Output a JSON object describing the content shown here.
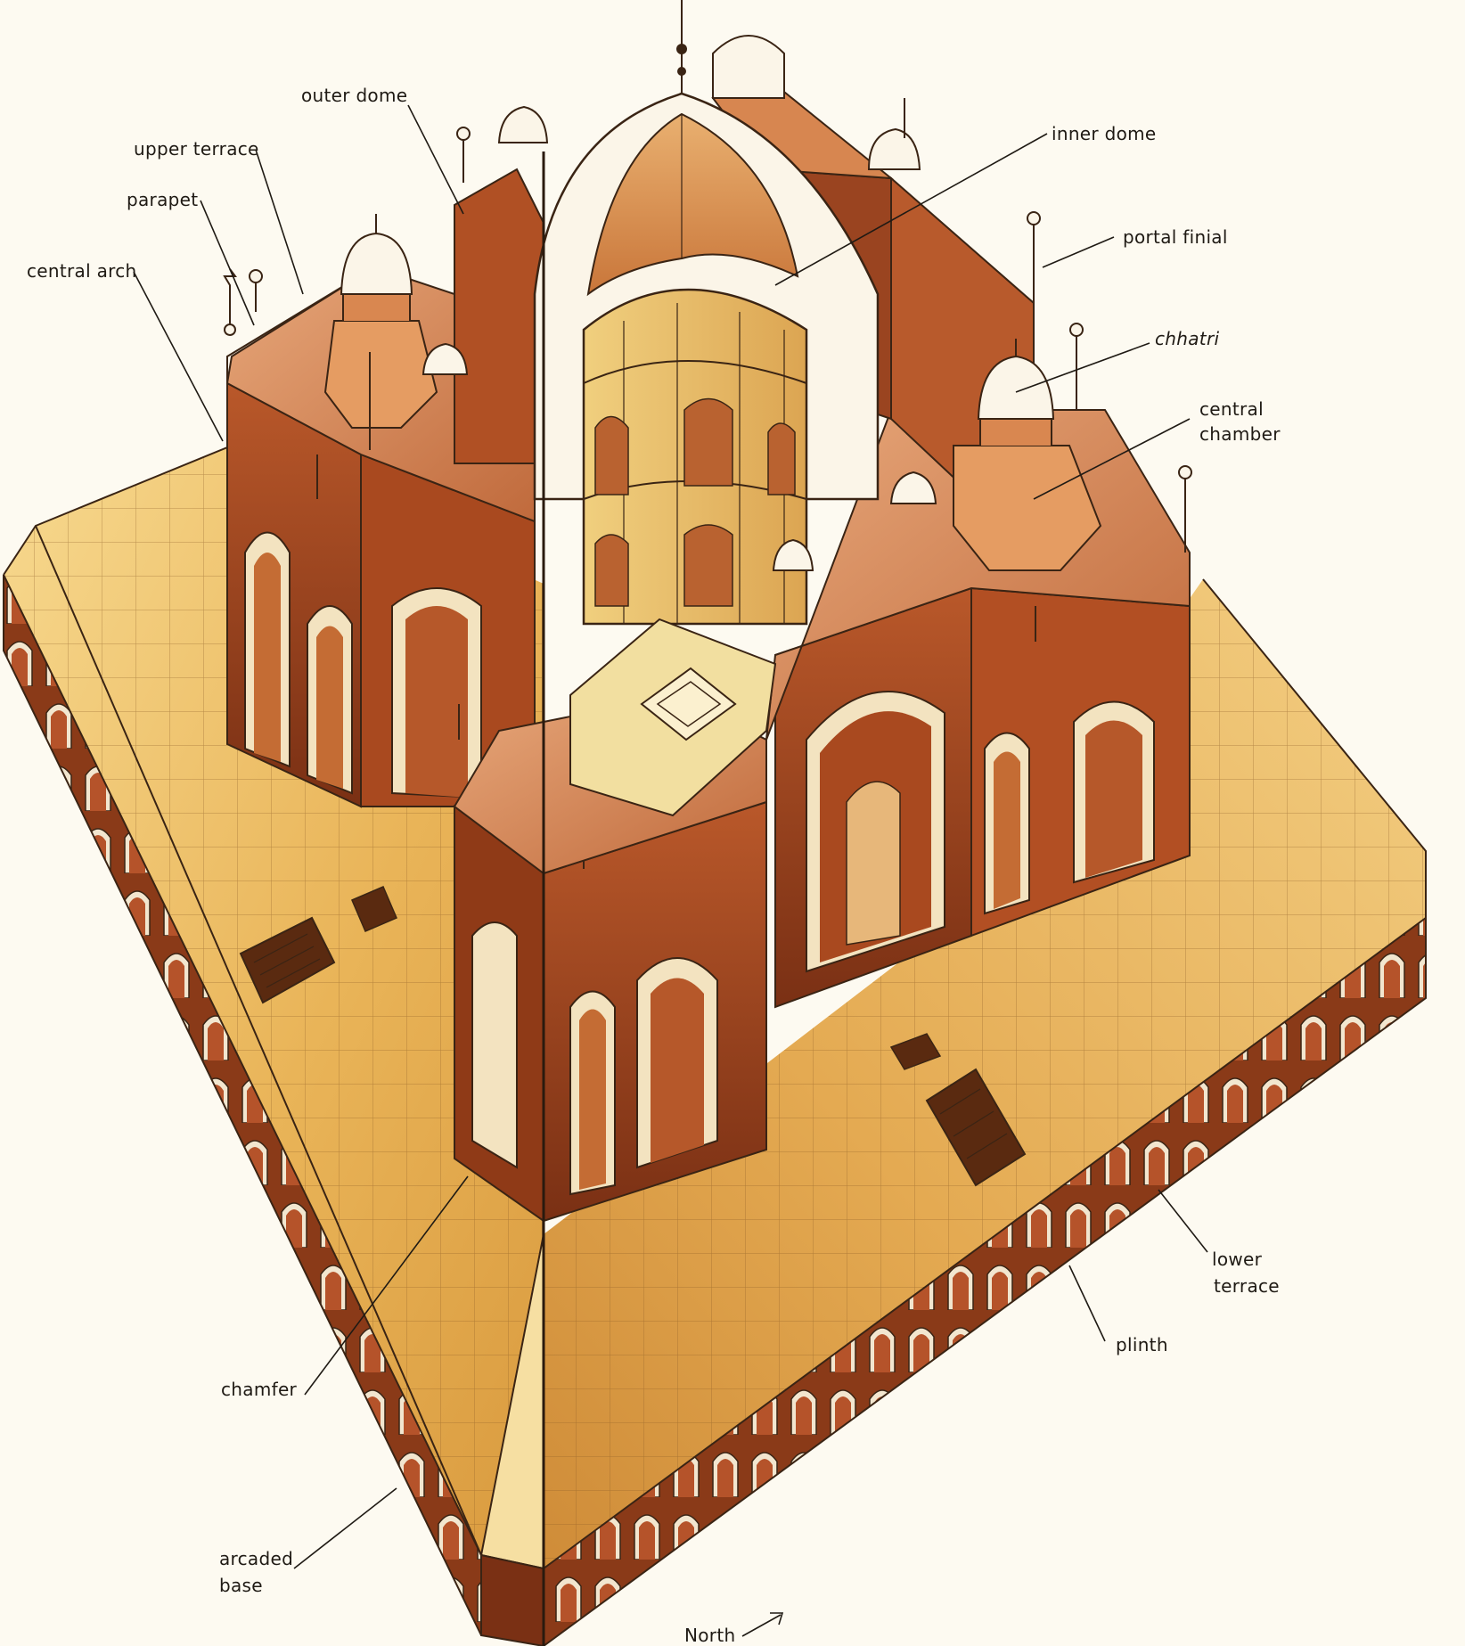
{
  "labels": {
    "outer_dome": "outer dome",
    "upper_terrace": "upper terrace",
    "parapet": "parapet",
    "central_arch": "central arch",
    "inner_dome": "inner dome",
    "portal_finial": "portal finial",
    "chhatri": "chhatri",
    "central_chamber_line1": "central",
    "central_chamber_line2": "chamber",
    "lower_terrace_line1": "lower",
    "lower_terrace_line2": "terrace",
    "plinth": "plinth",
    "chamfer": "chamfer",
    "arcaded_base_line1": "arcaded",
    "arcaded_base_line2": "base",
    "north": "North"
  },
  "colors": {
    "paper": "#fdfaf1",
    "terrace_gold": "#e8b45a",
    "terrace_light": "#f4d38c",
    "brick_red": "#9c4a25",
    "brick_dark": "#6e2c12",
    "sandstone": "#c96a35",
    "marble_white": "#fbf5e8",
    "ink": "#3a2414"
  }
}
